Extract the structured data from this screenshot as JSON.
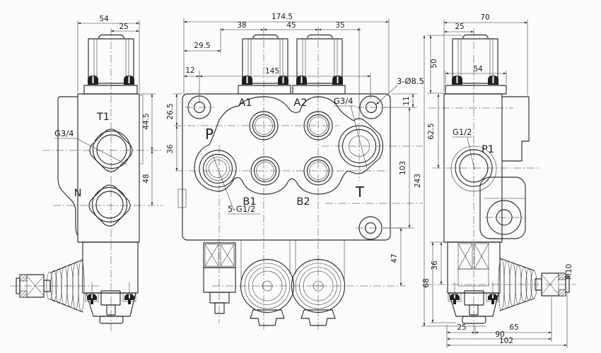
{
  "drawing": {
    "left_view": {
      "dims": {
        "overall_width": "54",
        "cap_offset": "25",
        "port_t1_drop": "44.5",
        "port_spacing": "48"
      },
      "labels": {
        "t1": "T1",
        "g_three_quarter": "G3/4",
        "n": "N"
      }
    },
    "front_view": {
      "dims": {
        "overall_width": "174.5",
        "cap1_offset": "38",
        "cap_pitch": "45",
        "t_offset": "35",
        "left_margin": "29.5",
        "hole_margin": "12",
        "hole_pitch": "145",
        "row1_drop": "26.5",
        "row_pitch": "36",
        "hole_top": "11",
        "hole_vpitch": "103",
        "boot_drop": "47"
      },
      "labels": {
        "a1": "A1",
        "a2": "A2",
        "p": "P",
        "b1": "B1",
        "b2": "B2",
        "t": "T",
        "g_three_quarter": "G3/4",
        "mount_holes": "3-Ø8.5",
        "work_ports": "5-G1/2"
      }
    },
    "right_view": {
      "dims": {
        "overall_width": "70",
        "cap_offset": "25",
        "cap_height": "50",
        "flange_width": "54",
        "p1_drop": "62.5",
        "overall_height": "243",
        "lever_drop": "36",
        "bottom_height": "68",
        "foot_offset": "25",
        "handle_length": "65",
        "handle_span": "90",
        "total_span": "102"
      },
      "labels": {
        "g_half": "G1/2",
        "p1": "P1",
        "m10": "M10"
      }
    }
  }
}
